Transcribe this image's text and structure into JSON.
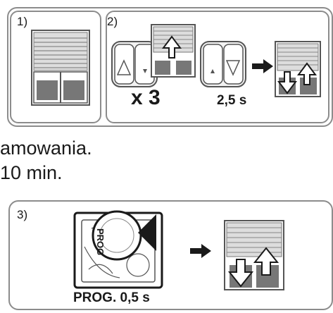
{
  "steps": {
    "step1_label": "1)",
    "step2_label": "2)",
    "step3_label": "3)"
  },
  "step2": {
    "repeat_label": "x 3",
    "hold_label": "2,5 s"
  },
  "instructions": {
    "line1": "amowania.",
    "line2": "10 min."
  },
  "step3": {
    "prog_button_text": "PROG",
    "prog_label": "PROG. 0,5 s"
  },
  "colors": {
    "panel_border": "#8c8c8c",
    "shutter_fill": "#d9d9d9",
    "arrow": "#1a1a1a"
  }
}
